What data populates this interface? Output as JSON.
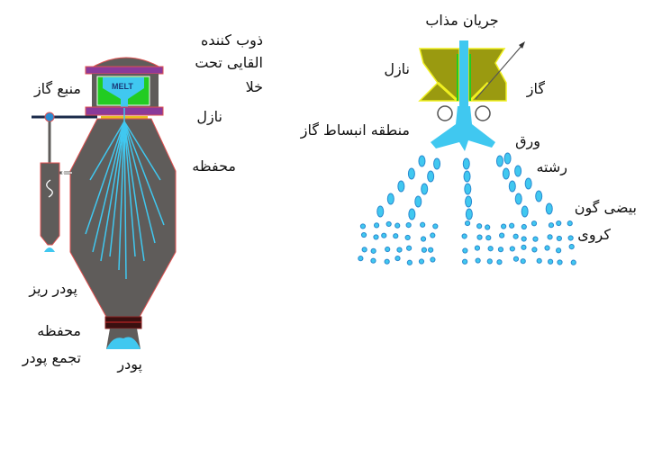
{
  "left_diagram": {
    "melt_label": "MELT",
    "labels": {
      "melter_line1": "ذوب کننده",
      "melter_line2": "القایی تحت",
      "melter_line3": "خلا",
      "gas_source": "منبع گاز",
      "nozzle": "نازل",
      "chamber": "محفظه",
      "fine_powder": "پودر ریز",
      "collector_line1": "محفظه",
      "collector_line2": "تجمع پودر",
      "powder": "پودر"
    }
  },
  "right_diagram": {
    "labels": {
      "melt_stream": "جریان مذاب",
      "nozzle": "نازل",
      "gas": "گاز",
      "gas_expansion_zone": "منطقه انبساط گاز",
      "sheet": "ورق",
      "ligament": "رشته",
      "ellipsoid": "بیضی گون",
      "spherical": "کروی"
    }
  },
  "colors": {
    "chamber": "#5f5c5a",
    "outline": "#e05050",
    "melt": "#40c8f0",
    "crucible": "#22cc22",
    "flange": "#8a3a9a",
    "nozzle_body": "#9a9a10",
    "nozzle_edge": "#f0f020"
  }
}
